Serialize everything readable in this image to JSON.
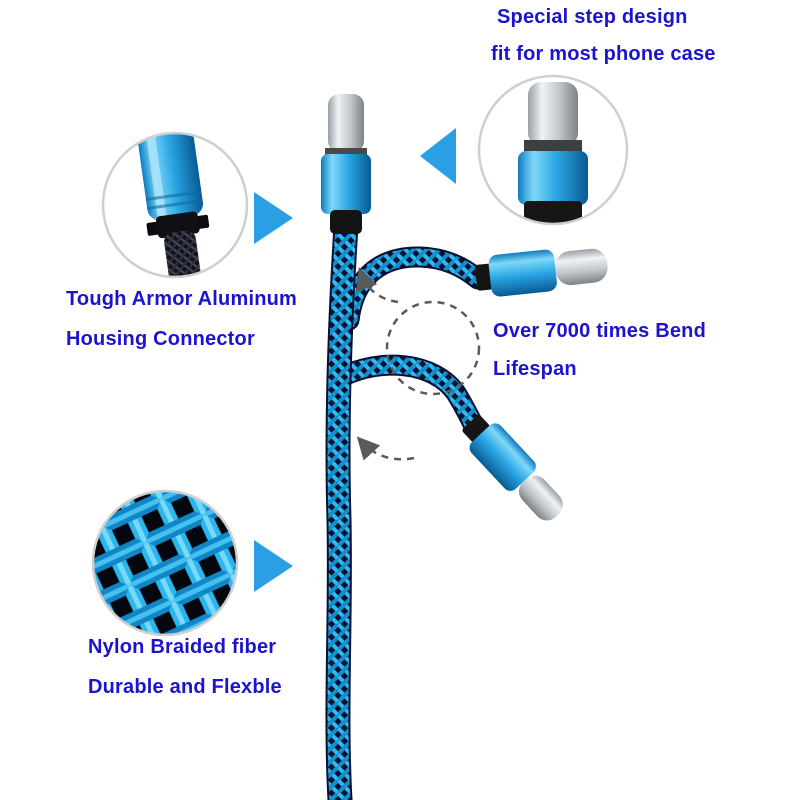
{
  "colors": {
    "label_blue": "#1c13cf",
    "arrow_blue": "#2a9fe4",
    "cable_cyan": "#2bb7ee",
    "braid_dark_navy": "#0a1030",
    "metal_blue_light": "#7fd8f8",
    "metal_blue_dark": "#085a92",
    "silver_light": "#f0f2f4",
    "silver_dark": "#7d8287",
    "lens_border": "#cfcfcf",
    "dashed_gray": "#5a5a5a"
  },
  "callouts": {
    "step_design": {
      "line1": "Special step design",
      "line2": "fit for most phone case"
    },
    "aluminum": {
      "line1": "Tough Armor Aluminum",
      "line2": "Housing Connector"
    },
    "bend": {
      "line1": "Over 7000 times Bend",
      "line2": "Lifespan"
    },
    "nylon": {
      "line1": "Nylon Braided fiber",
      "line2": "Durable and Flexble"
    }
  }
}
